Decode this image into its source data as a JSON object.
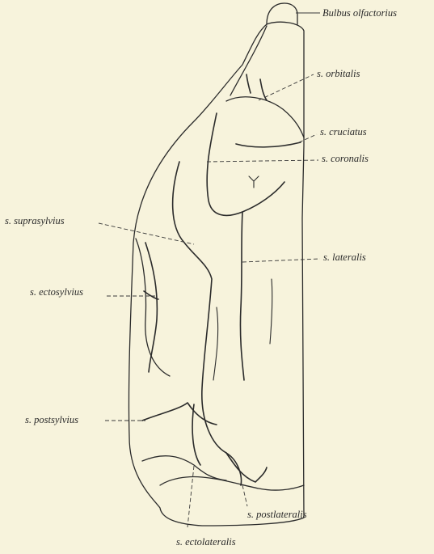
{
  "labels": {
    "bulbus_olfactorius": "Bulbus olfactorius",
    "orbitalis": "s. orbitalis",
    "cruciatus": "s. cruciatus",
    "coronalis": "s. coronalis",
    "suprasylvius": "s. suprasylvius",
    "lateralis": "s. lateralis",
    "ectosylvius": "s. ectosylvius",
    "postsylvius": "s. postsylvius",
    "postlateralis": "s. postlateralis",
    "ectolateralis": "s. ectolateralis"
  },
  "colors": {
    "background": "#f7f3dc",
    "ink": "#2b2b2b"
  }
}
